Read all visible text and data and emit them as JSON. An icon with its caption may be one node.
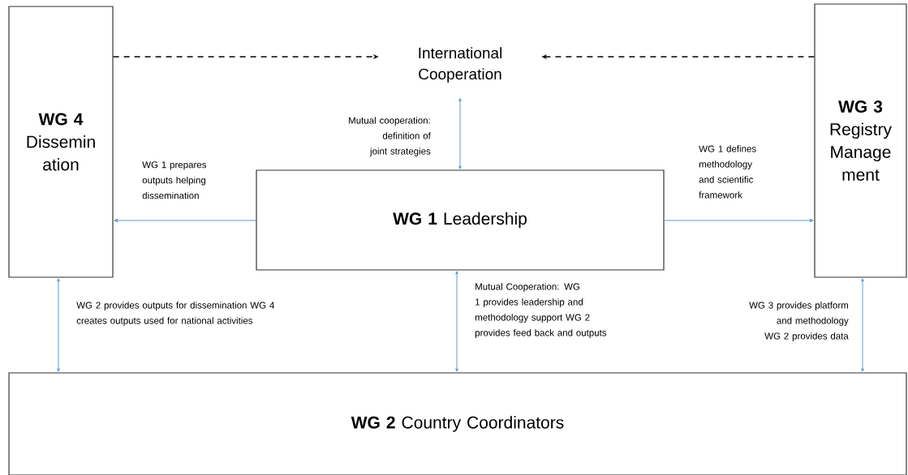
{
  "diagram": {
    "nodes": [
      {
        "text": [
          "WG 4",
          "Dissemin ation"
        ]
      },
      {
        "text": [
          "International Cooperation"
        ]
      },
      {
        "text": [
          "WG 3",
          "Registry Manage ment"
        ]
      },
      {
        "text": [
          "**WG 1** Leadership"
        ]
      },
      {
        "text": [
          "**WG 2** Country Coordinators"
        ]
      }
    ],
    "edges": [
      {
        "from": 0,
        "to": 1,
        "arrow": "to",
        "style": "dashed",
        "color": "#000000"
      },
      {
        "from": 2,
        "to": 1,
        "arrow": "to",
        "style": "dashed",
        "color": "#000000"
      },
      {
        "from": 1,
        "to": 3,
        "arrow": "both",
        "label": "Mutual cooperation: definition of joint strategies"
      },
      {
        "from": 3,
        "to": 0,
        "arrow": "to",
        "label": "WG 1 prepares outputs helping dissemination"
      },
      {
        "from": 3,
        "to": 2,
        "arrow": "to",
        "label": "WG 1 defines methodology and scientific framework"
      },
      {
        "from": 0,
        "to": 4,
        "arrow": "both",
        "label": "WG 2 provides outputs for dissemination WG 4 creates outputs used for national activities"
      },
      {
        "from": 3,
        "to": 4,
        "arrow": "both",
        "label": "Mutual Cooperation: WG 1 provides leadership and methodology support WG 2 provides feed back and outputs"
      },
      {
        "from": 2,
        "to": 4,
        "arrow": "both",
        "label": "WG 3 provides platform and methodology WG 2 provides data"
      }
    ]
  }
}
